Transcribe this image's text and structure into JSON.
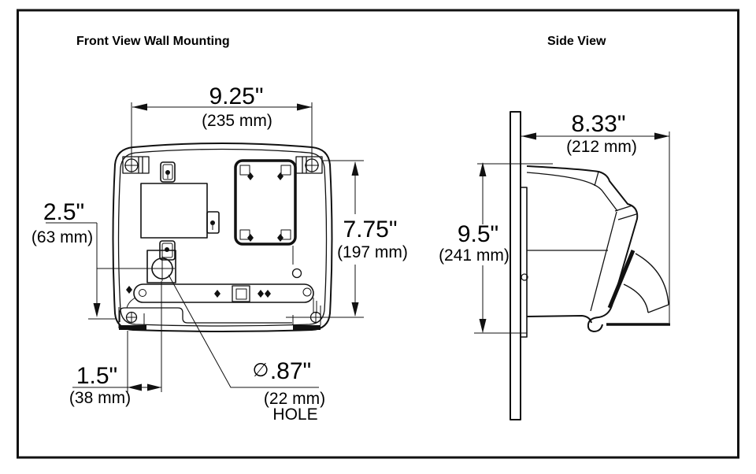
{
  "front_view": {
    "title": "Front View Wall Mounting",
    "width_dim": {
      "inches": "9.25\"",
      "metric": "(235 mm)"
    },
    "height_dim": {
      "inches": "7.75\"",
      "metric": "(197 mm)"
    },
    "hole_vertical_dim": {
      "inches": "2.5\"",
      "metric": "(63 mm)"
    },
    "hole_horizontal_dim": {
      "inches": "1.5\"",
      "metric": "(38 mm)"
    },
    "hole_callout": {
      "symbol": "∅",
      "inches": ".87\"",
      "metric": "(22 mm)",
      "label": "HOLE"
    }
  },
  "side_view": {
    "title": "Side View",
    "depth_dim": {
      "inches": "8.33\"",
      "metric": "(212 mm)"
    },
    "height_dim": {
      "inches": "9.5\"",
      "metric": "(241 mm)"
    }
  },
  "colors": {
    "line": "#111111",
    "background": "#ffffff"
  }
}
